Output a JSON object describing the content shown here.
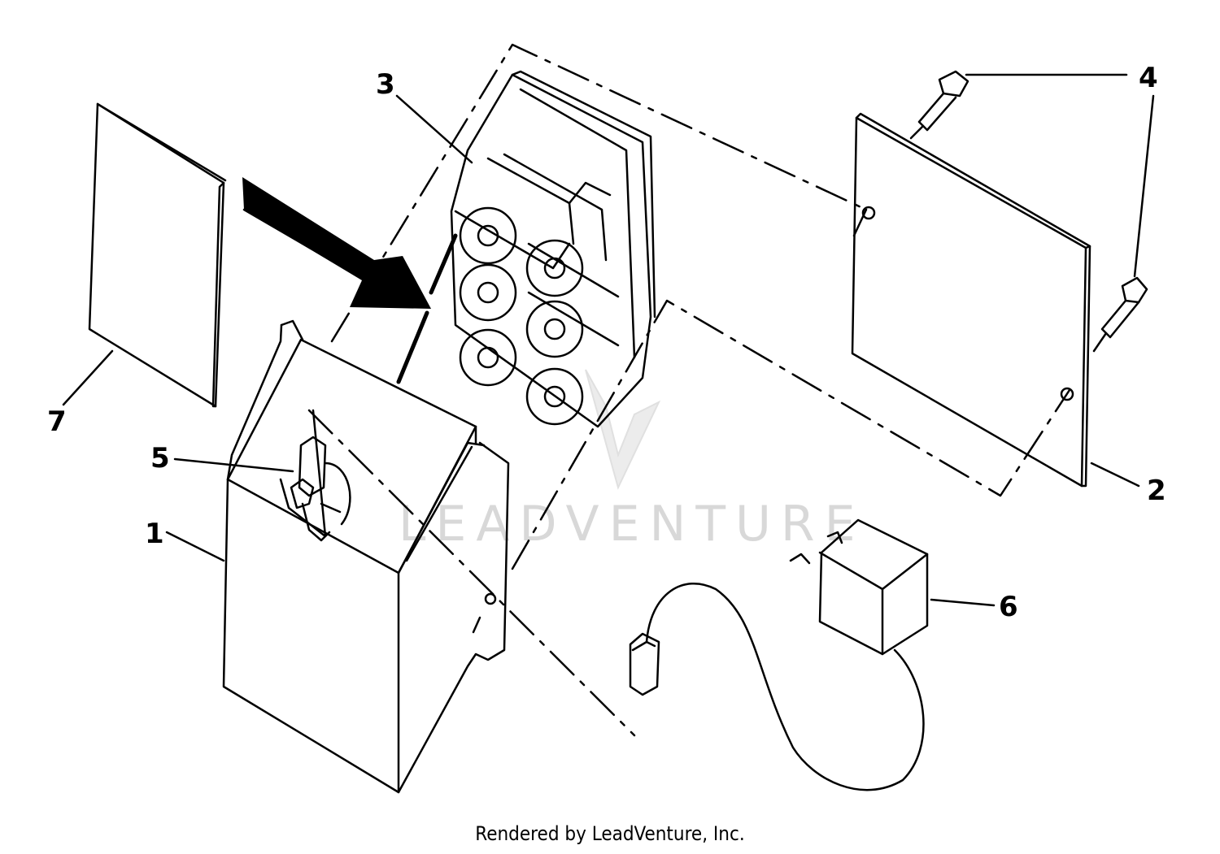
{
  "diagram": {
    "callouts": [
      {
        "id": "1",
        "text": "1"
      },
      {
        "id": "2",
        "text": "2"
      },
      {
        "id": "3",
        "text": "3"
      },
      {
        "id": "4",
        "text": "4"
      },
      {
        "id": "5",
        "text": "5"
      },
      {
        "id": "6",
        "text": "6"
      },
      {
        "id": "7",
        "text": "7"
      }
    ],
    "watermark": "LEADVENTURE"
  },
  "footer": {
    "text": "Rendered by LeadVenture, Inc."
  }
}
